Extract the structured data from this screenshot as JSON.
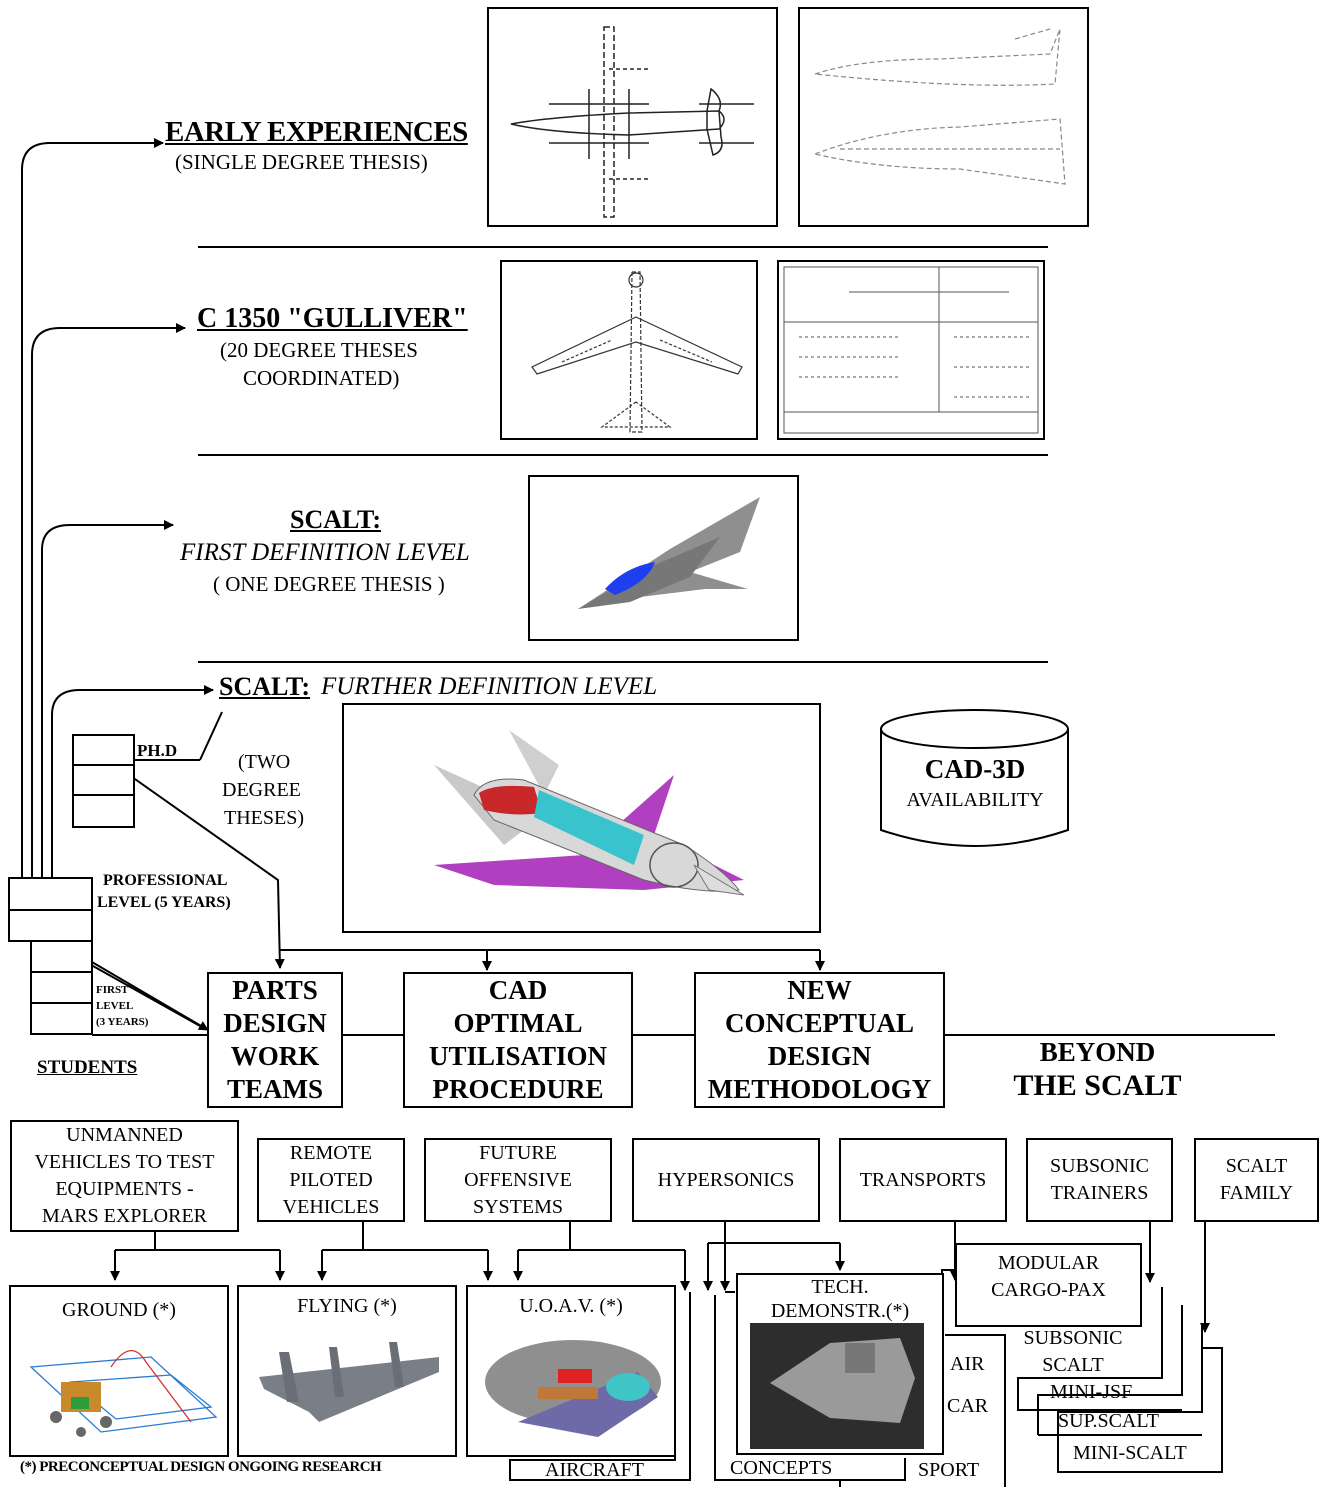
{
  "sections": {
    "early": {
      "title": "EARLY EXPERIENCES",
      "subtitle": "(SINGLE DEGREE THESIS)"
    },
    "gulliver": {
      "title": "C 1350 \"GULLIVER\"",
      "subtitle_1": "(20 DEGREE THESES",
      "subtitle_2": "COORDINATED)"
    },
    "scalt_first": {
      "title": "SCALT:",
      "subtitle": "FIRST DEFINITION LEVEL",
      "note": "( ONE DEGREE THESIS )"
    },
    "scalt_further": {
      "title": "SCALT:",
      "subtitle": "FURTHER DEFINITION LEVEL",
      "note_1": "(TWO",
      "note_2": "DEGREE",
      "note_3": "THESES)"
    }
  },
  "database": {
    "title": "CAD-3D",
    "subtitle": "AVAILABILITY"
  },
  "students": {
    "phd": "PH.D",
    "professional_1": "PROFESSIONAL",
    "professional_2": "LEVEL (5 YEARS)",
    "first_1": "FIRST",
    "first_2": "LEVEL",
    "first_3": "(3 YEARS)",
    "label": "STUDENTS"
  },
  "main_boxes": {
    "parts": [
      "PARTS",
      "DESIGN",
      "WORK",
      "TEAMS"
    ],
    "cad": [
      "CAD",
      "OPTIMAL",
      "UTILISATION",
      "PROCEDURE"
    ],
    "method": [
      "NEW",
      "CONCEPTUAL",
      "DESIGN",
      "METHODOLOGY"
    ],
    "beyond": [
      "BEYOND",
      "THE SCALT"
    ]
  },
  "topics": {
    "unmanned": [
      "UNMANNED",
      "VEHICLES TO TEST",
      "EQUIPMENTS -",
      "MARS EXPLORER"
    ],
    "remote": [
      "REMOTE",
      "PILOTED",
      "VEHICLES"
    ],
    "future": [
      "FUTURE",
      "OFFENSIVE",
      "SYSTEMS"
    ],
    "hypersonics": "HYPERSONICS",
    "transports": "TRANSPORTS",
    "subsonic": [
      "SUBSONIC",
      "TRAINERS"
    ],
    "scalt_family": [
      "SCALT",
      "FAMILY"
    ]
  },
  "bottom": {
    "ground": "GROUND (*)",
    "flying": "FLYING (*)",
    "uoav": "U.O.A.V. (*)",
    "tech_1": "TECH.",
    "tech_2": "DEMONSTR.(*)",
    "aircraft": "AIRCRAFT",
    "concepts": "CONCEPTS",
    "air": "AIR",
    "car": "CAR",
    "sport": "SPORT",
    "modular_1": "MODULAR",
    "modular_2": "CARGO-PAX",
    "subsonic_scalt_1": "SUBSONIC",
    "subsonic_scalt_2": "SCALT",
    "mini_jsf": "MINI-JSF",
    "sup_scalt": "SUP.SCALT",
    "mini_scalt": "MINI-SCALT",
    "footnote": "(*) PRECONCEPTUAL DESIGN ONGOING RESEARCH"
  }
}
